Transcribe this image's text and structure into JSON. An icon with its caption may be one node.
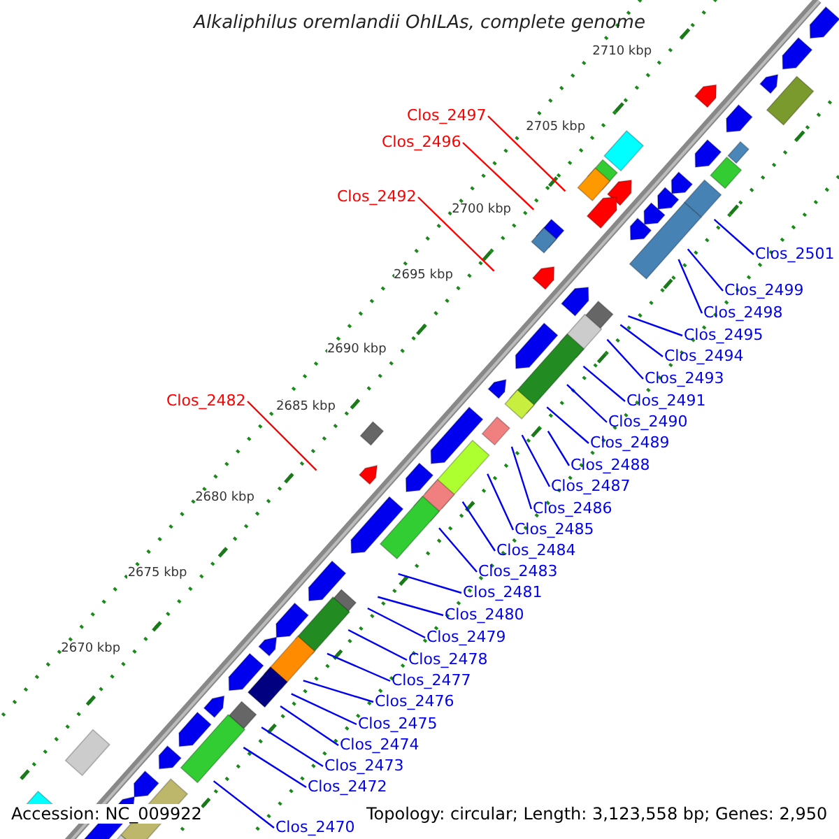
{
  "diagram": {
    "title": "Alkaliphilus oremlandii OhILAs, complete genome",
    "nodes": [
      {
        "text": [
          "Clos_2497"
        ]
      },
      {
        "text": [
          "Clos_2496"
        ]
      },
      {
        "text": [
          "Clos_2492"
        ]
      },
      {
        "text": [
          "Clos_2501"
        ]
      },
      {
        "text": [
          "Clos_2499"
        ]
      },
      {
        "text": [
          "Clos_2498"
        ]
      },
      {
        "text": [
          "Clos_2495"
        ]
      },
      {
        "text": [
          "Clos_2494"
        ]
      },
      {
        "text": [
          "Clos_2493"
        ]
      },
      {
        "text": [
          "Clos_2482"
        ]
      },
      {
        "text": [
          "Clos_2491"
        ]
      },
      {
        "text": [
          "Clos_2490"
        ]
      },
      {
        "text": [
          "Clos_2489"
        ]
      },
      {
        "text": [
          "Clos_2488"
        ]
      },
      {
        "text": [
          "Clos_2487"
        ]
      },
      {
        "text": [
          "Clos_2486"
        ]
      },
      {
        "text": [
          "Clos_2485"
        ]
      },
      {
        "text": [
          "Clos_2484"
        ]
      },
      {
        "text": [
          "Clos_2483"
        ]
      },
      {
        "text": [
          "Clos_2481"
        ]
      },
      {
        "text": [
          "Clos_2480"
        ]
      },
      {
        "text": [
          "Clos_2479"
        ]
      },
      {
        "text": [
          "Clos_2478"
        ]
      },
      {
        "text": [
          "Clos_2477"
        ]
      },
      {
        "text": [
          "Clos_2476"
        ]
      },
      {
        "text": [
          "Clos_2475"
        ]
      },
      {
        "text": [
          "Clos_2474"
        ]
      },
      {
        "text": [
          "Clos_2473"
        ]
      },
      {
        "text": [
          "Clos_2472"
        ]
      },
      {
        "text": [
          "Clos_2470"
        ]
      }
    ],
    "edges": [
      {
        "from": 0,
        "to": null,
        "arrow": "none",
        "color": "#ff0000"
      },
      {
        "from": 1,
        "to": null,
        "arrow": "none",
        "color": "#ff0000"
      },
      {
        "from": 2,
        "to": null,
        "arrow": "none",
        "color": "#ff0000"
      },
      {
        "from": 3,
        "to": null,
        "arrow": "none"
      },
      {
        "from": 4,
        "to": null,
        "arrow": "none"
      },
      {
        "from": 5,
        "to": null,
        "arrow": "none"
      },
      {
        "from": 6,
        "to": null,
        "arrow": "none"
      },
      {
        "from": 7,
        "to": null,
        "arrow": "none"
      },
      {
        "from": 8,
        "to": null,
        "arrow": "none"
      },
      {
        "from": 9,
        "to": null,
        "arrow": "none",
        "color": "#ff0000"
      },
      {
        "from": 10,
        "to": null,
        "arrow": "none"
      },
      {
        "from": 11,
        "to": null,
        "arrow": "none"
      },
      {
        "from": 12,
        "to": null,
        "arrow": "none"
      },
      {
        "from": 13,
        "to": null,
        "arrow": "none"
      },
      {
        "from": 14,
        "to": null,
        "arrow": "none"
      },
      {
        "from": 15,
        "to": null,
        "arrow": "none"
      },
      {
        "from": 16,
        "to": null,
        "arrow": "none"
      },
      {
        "from": 17,
        "to": null,
        "arrow": "none"
      },
      {
        "from": 18,
        "to": null,
        "arrow": "none"
      },
      {
        "from": 19,
        "to": null,
        "arrow": "none"
      },
      {
        "from": 20,
        "to": null,
        "arrow": "none"
      },
      {
        "from": 21,
        "to": null,
        "arrow": "none"
      },
      {
        "from": 22,
        "to": null,
        "arrow": "none"
      },
      {
        "from": 23,
        "to": null,
        "arrow": "none"
      },
      {
        "from": 24,
        "to": null,
        "arrow": "none"
      },
      {
        "from": 25,
        "to": null,
        "arrow": "none"
      },
      {
        "from": 26,
        "to": null,
        "arrow": "none"
      },
      {
        "from": 27,
        "to": null,
        "arrow": "none"
      },
      {
        "from": 28,
        "to": null,
        "arrow": "none"
      },
      {
        "from": 29,
        "to": null,
        "arrow": "none"
      }
    ],
    "labels": [
      "2710 kbp",
      "2705 kbp",
      "2700 kbp",
      "2695 kbp",
      "2690 kbp",
      "2685 kbp",
      "2680 kbp",
      "2675 kbp",
      "2670 kbp",
      "Accession: NC_009922",
      "Topology: circular; Length: 3,123,558 bp; Genes: 2,950"
    ]
  }
}
